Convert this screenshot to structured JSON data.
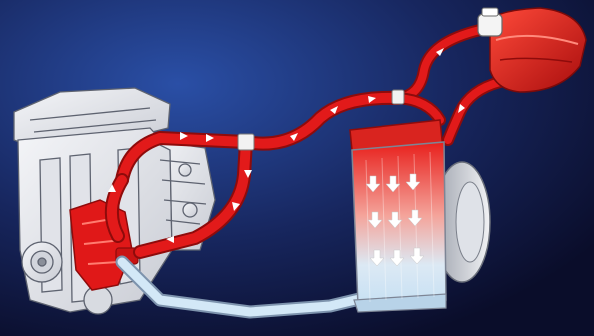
{
  "scene": {
    "subject": "engine-cooling-circuit",
    "colors": {
      "background_dark": "#0d1133",
      "background_light": "#2a4fa6",
      "hot_coolant": "#e01818",
      "hot_coolant_dark": "#8e0b0b",
      "cold_coolant": "#cfe6f6",
      "engine_gray": "#e7e9ee",
      "arrow": "#ffffff"
    },
    "icons": [
      "engine",
      "thermostat-housing",
      "radiator",
      "expansion-tank",
      "cooling-fan",
      "flow-arrows"
    ]
  }
}
